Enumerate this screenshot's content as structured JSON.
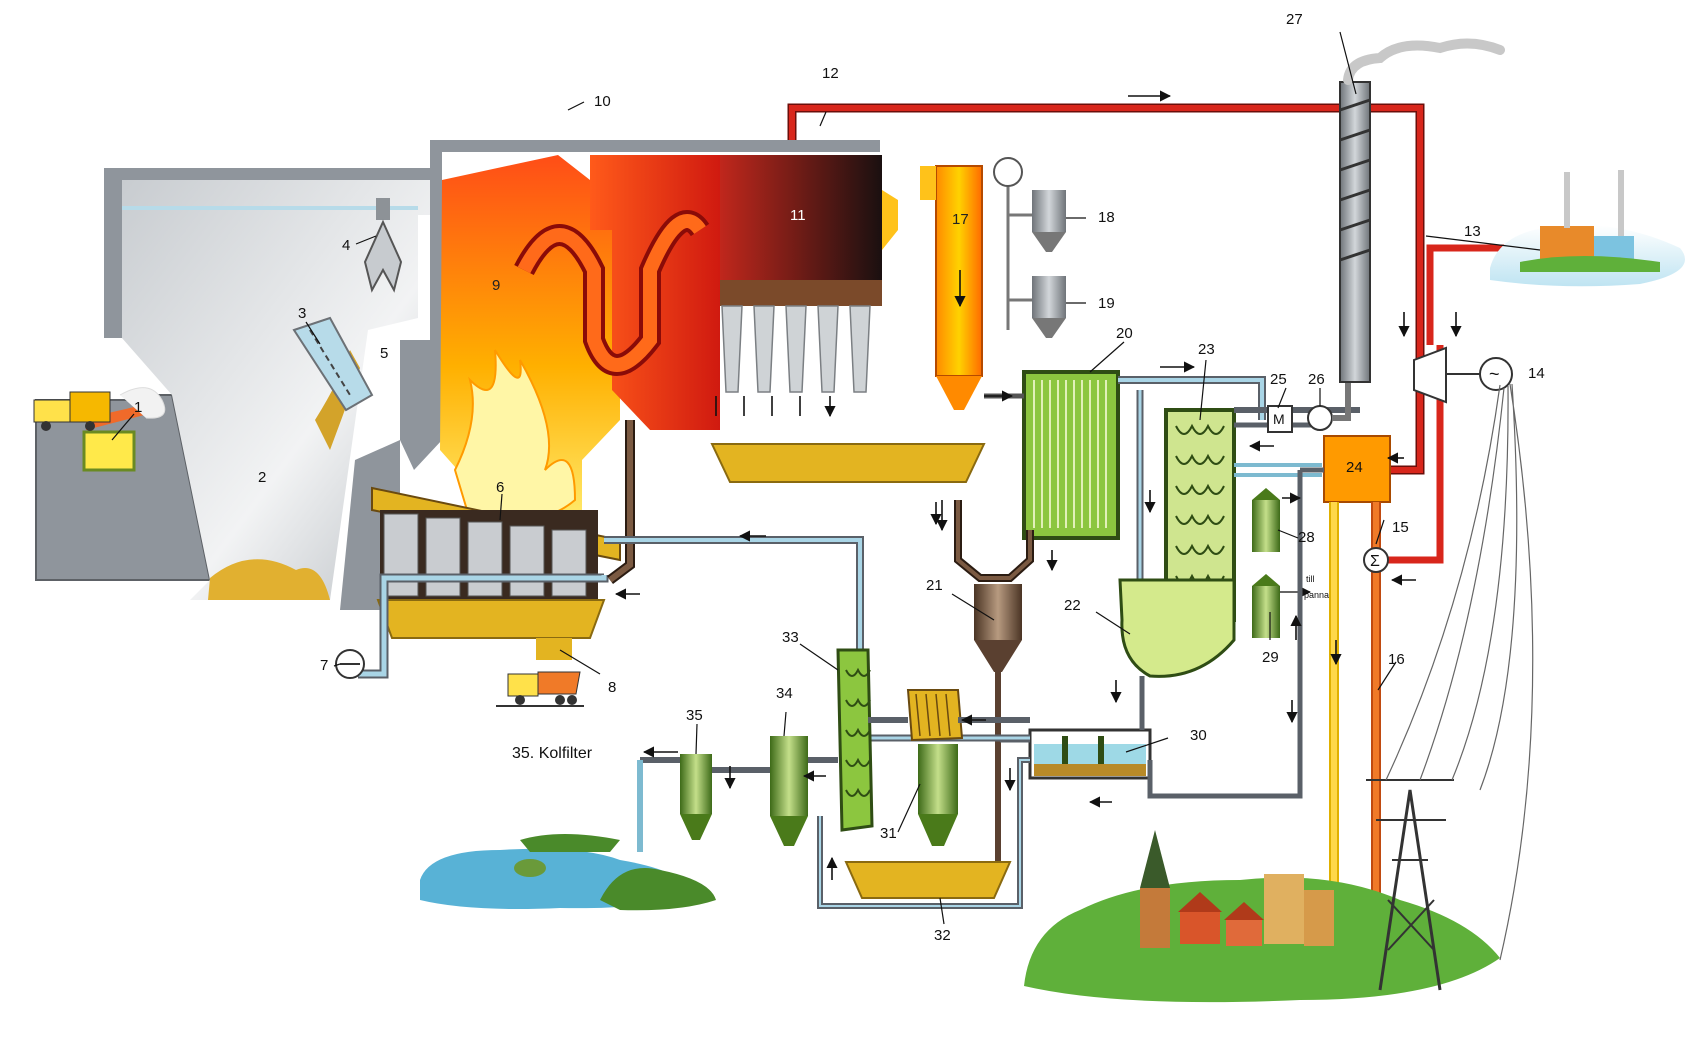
{
  "labels": {
    "n1": "1",
    "n2": "2",
    "n3": "3",
    "n4": "4",
    "n5": "5",
    "n6": "6",
    "n7": "7",
    "n8": "8",
    "n9": "9",
    "n10": "10",
    "n11": "11",
    "n12": "12",
    "n13": "13",
    "n14": "14",
    "n15": "15",
    "n16": "16",
    "n17": "17",
    "n18": "18",
    "n19": "19",
    "n20": "20",
    "n21": "21",
    "n22": "22",
    "n23": "23",
    "n24": "24",
    "n25": "25",
    "n26": "26",
    "n27": "27",
    "n28": "28",
    "n29": "29",
    "n30": "30",
    "n31": "31",
    "n32": "32",
    "n33": "33",
    "n34": "34",
    "n35": "35"
  },
  "caption": "35. Kolfilter",
  "small_text": {
    "line1": "till",
    "line2": "panna"
  },
  "symbols": {
    "turbine": "M",
    "sum": "Σ",
    "generator": "~"
  },
  "colors": {
    "steam": "#d8261b",
    "water": "#a9d5e6",
    "flue": "#5a4030",
    "grey_wall": "#8f959c",
    "hot": "#ff8a00",
    "ash_tray": "#e3b421",
    "filter_green": "#8cc63f",
    "district_yellow": "#ffd84a",
    "district_orange": "#f07a28"
  }
}
